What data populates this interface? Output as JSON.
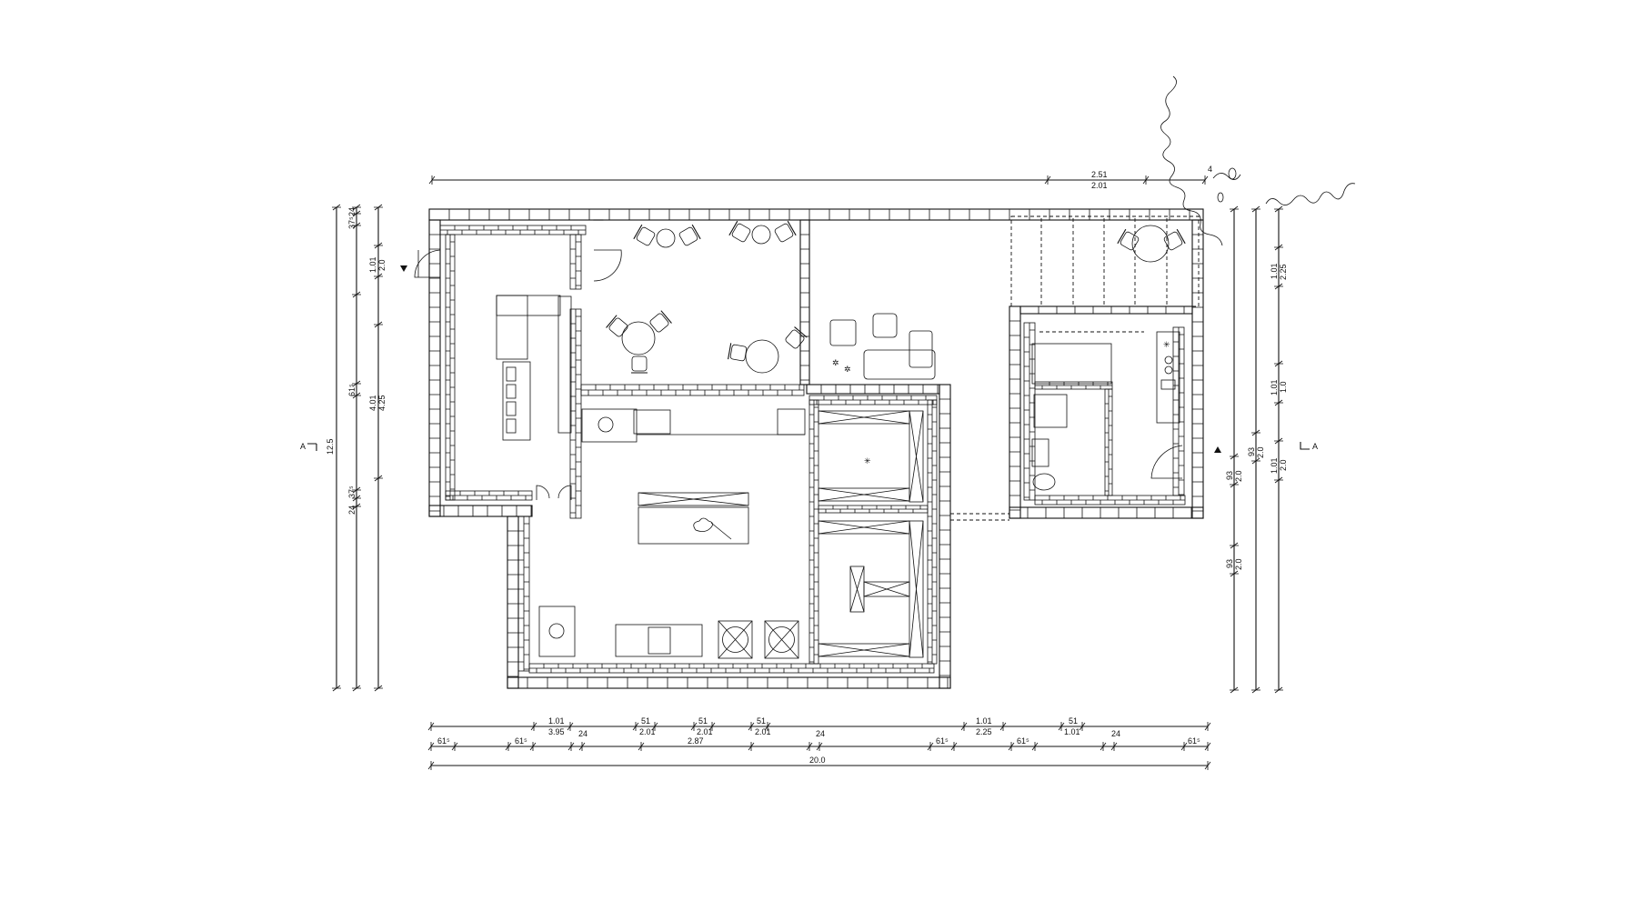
{
  "dimensions": {
    "top": [
      {
        "upper": "2.51",
        "lower": "2.01"
      }
    ],
    "bottom_row1": [
      {
        "upper": "1.01",
        "lower": "3.95"
      },
      {
        "upper": "51",
        "lower": "2.01"
      },
      {
        "upper": "51",
        "lower": "2.01"
      },
      {
        "upper": "51",
        "lower": "2.01"
      },
      {
        "upper": "1.01",
        "lower": "2.25"
      },
      {
        "upper": "51",
        "lower": "1.01"
      }
    ],
    "bottom_row2": [
      "61⁵",
      "61⁵",
      "24",
      "2.87",
      "24",
      "61⁵",
      "61⁵",
      "24",
      "61⁵"
    ],
    "overall_width": "20.0",
    "left_outer": "12.5",
    "left_middle": [
      "24",
      "37⁵",
      "61⁵",
      "37⁵",
      "24"
    ],
    "left_inner": [
      {
        "upper": "1.01",
        "lower": "2.0"
      },
      {
        "upper": "4.01",
        "lower": "4.25"
      }
    ],
    "right_outer": [
      {
        "upper": "93",
        "lower": "2.0"
      },
      {
        "upper": "93",
        "lower": "2.0"
      }
    ],
    "right_middle": [
      {
        "upper": "93",
        "lower": "2.0"
      }
    ],
    "right_inner": [
      {
        "upper": "1.01",
        "lower": "2.25"
      },
      {
        "upper": "1.01",
        "lower": "1.0"
      },
      {
        "upper": "1.01",
        "lower": "2.0"
      }
    ]
  },
  "section_markers": {
    "left": "A",
    "right": "A"
  },
  "tree_label": "4",
  "colors": {
    "ink": "#111111",
    "paper": "#ffffff"
  }
}
